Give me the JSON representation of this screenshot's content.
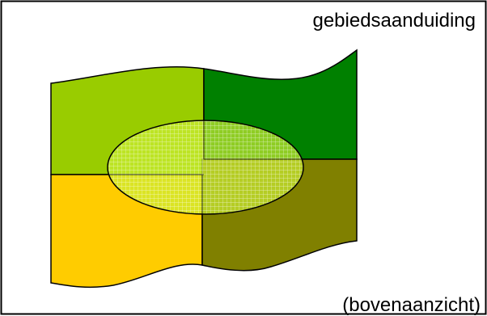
{
  "labels": {
    "title": "gebiedsaanduiding",
    "view": "(bovenaanzicht)"
  },
  "colors": {
    "frame": "#000000",
    "top_left": "#99cc00",
    "top_right": "#008000",
    "bottom_left": "#ffcc00",
    "bottom_right": "#808000",
    "ellipse_fill": "#ccee33",
    "ellipse_grid": "#ffffff"
  },
  "regions": [
    {
      "name": "region-top-left",
      "color_key": "top_left"
    },
    {
      "name": "region-top-right",
      "color_key": "top_right"
    },
    {
      "name": "region-bottom-left",
      "color_key": "bottom_left"
    },
    {
      "name": "region-bottom-right",
      "color_key": "bottom_right"
    }
  ],
  "overlay": {
    "shape": "ellipse",
    "pattern": "grid"
  }
}
